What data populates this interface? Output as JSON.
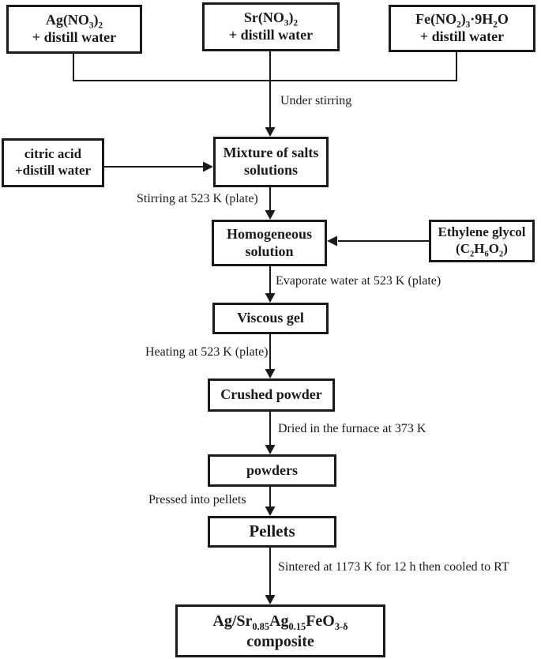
{
  "colors": {
    "line": "#1a1a1a",
    "background": "#ffffff"
  },
  "boxes": {
    "silver_nitrate": {
      "formula": [
        {
          "t": "Ag(NO"
        },
        {
          "t": "3",
          "s": "sub"
        },
        {
          "t": ")"
        },
        {
          "t": "2",
          "s": "sub"
        }
      ],
      "line2": "+ distill water"
    },
    "strontium_nitrate": {
      "formula": [
        {
          "t": "Sr(NO"
        },
        {
          "t": "3",
          "s": "sub"
        },
        {
          "t": ")"
        },
        {
          "t": "2",
          "s": "sub"
        }
      ],
      "line2": "+ distill water"
    },
    "iron_nitrate": {
      "formula": [
        {
          "t": "Fe(NO"
        },
        {
          "t": "2",
          "s": "sub"
        },
        {
          "t": ")"
        },
        {
          "t": "3",
          "s": "sub"
        },
        {
          "t": "·9H"
        },
        {
          "t": "2",
          "s": "sub"
        },
        {
          "t": "O"
        }
      ],
      "line2": "+ distill water"
    },
    "citric_acid": {
      "line1": "citric acid",
      "line2": "+distill water"
    },
    "mixture": {
      "line1": "Mixture of salts",
      "line2": "solutions"
    },
    "homogeneous": {
      "line1": "Homogeneous",
      "line2": "solution"
    },
    "ethylene_glycol": {
      "line1": "Ethylene glycol",
      "formula": [
        {
          "t": "(C"
        },
        {
          "t": "2",
          "s": "sub"
        },
        {
          "t": "H"
        },
        {
          "t": "6",
          "s": "sub"
        },
        {
          "t": "O"
        },
        {
          "t": "2",
          "s": "sub"
        },
        {
          "t": ")"
        }
      ]
    },
    "viscous_gel": {
      "line1": "Viscous gel"
    },
    "crushed_powder": {
      "line1": "Crushed powder"
    },
    "powders": {
      "line1": "powders"
    },
    "pellets": {
      "line1": "Pellets"
    },
    "final_composite": {
      "formula": [
        {
          "t": "Ag/Sr"
        },
        {
          "t": "0.85",
          "s": "sub"
        },
        {
          "t": "Ag"
        },
        {
          "t": "0.15",
          "s": "sub"
        },
        {
          "t": "FeO"
        },
        {
          "t": "3-δ",
          "s": "sub"
        }
      ],
      "line2": "composite"
    }
  },
  "labels": {
    "under_stirring": "Under stirring",
    "stirring": "Stirring at 523 K (plate)",
    "evaporate": "Evaporate water at 523 K (plate)",
    "heating": "Heating at 523 K (plate)",
    "dried": "Dried in the furnace at 373 K",
    "pressed": "Pressed into pellets",
    "sintered": "Sintered at 1173 K for 12 h then cooled to RT"
  }
}
